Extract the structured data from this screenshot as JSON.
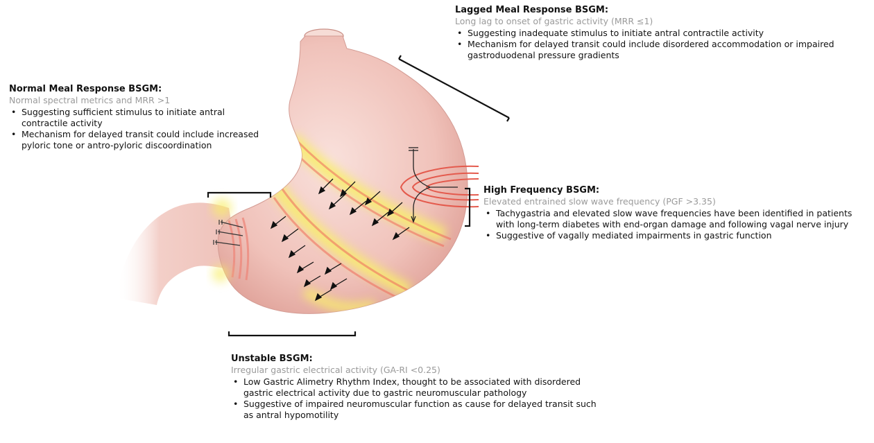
{
  "lagged": {
    "title": "Lagged Meal Response BSGM:",
    "subtitle": "Long lag to onset of gastric activity (MRR ≤1)",
    "bullets": [
      "Suggesting inadequate stimulus to initiate antral contractile activity",
      "Mechanism for delayed transit could include disordered accommodation or impaired gastroduodenal pressure gradients"
    ]
  },
  "normal": {
    "title": "Normal Meal Response BSGM:",
    "subtitle": "Normal spectral metrics and MRR >1",
    "bullets": [
      "Suggesting sufficient stimulus to initiate antral contractile activity",
      "Mechanism for delayed transit could include increased pyloric tone or antro-pyloric discoordination"
    ]
  },
  "high": {
    "title": "High Frequency BSGM:",
    "subtitle": "Elevated entrained slow wave frequency (PGF >3.35)",
    "bullets": [
      "Tachygastria and elevated slow wave frequencies have been identified in patients with long-term diabetes with end-organ damage and following vagal nerve injury",
      "Suggestive of vagally mediated impairments in gastric function"
    ]
  },
  "unstable": {
    "title": "Unstable BSGM:",
    "subtitle": "Irregular gastric electrical activity (GA-RI <0.25)",
    "bullets": [
      "Low Gastric Alimetry Rhythm Index, thought to be associated with disordered gastric electrical activity due to gastric neuromuscular pathology",
      "Suggestive of impaired neuromuscular function as cause for delayed transit such as antral hypomotility"
    ]
  },
  "colors": {
    "stomach_fill": "#f2c6bf",
    "stomach_shadow": "#d99a92",
    "wave_red": "#ee6b5e",
    "wave_yellow": "#f8ee6a",
    "bracket": "#111111"
  }
}
